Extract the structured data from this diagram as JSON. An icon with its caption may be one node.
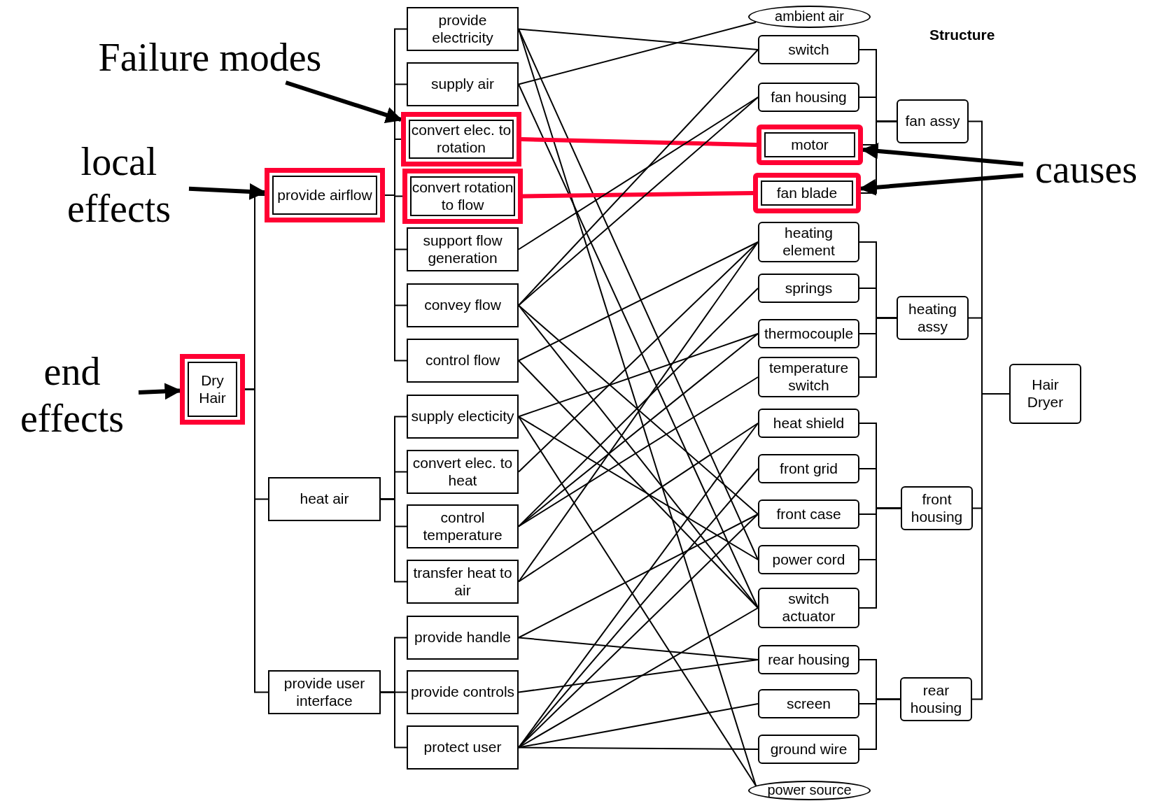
{
  "diagram": {
    "nodes": [
      {
        "text": [
          "Failure modes"
        ]
      },
      {
        "text": [
          "local effects"
        ]
      },
      {
        "text": [
          "end effects"
        ]
      },
      {
        "text": [
          "causes"
        ]
      },
      {
        "text": [
          "Dry Hair"
        ]
      },
      {
        "text": [
          "provide airflow"
        ]
      },
      {
        "text": [
          "provide electricity"
        ]
      },
      {
        "text": [
          "supply air"
        ]
      },
      {
        "text": [
          "convert elec. to rotation"
        ]
      },
      {
        "text": [
          "convert rotation to flow"
        ]
      },
      {
        "text": [
          "support  flow generation"
        ]
      },
      {
        "text": [
          "convey flow"
        ]
      },
      {
        "text": [
          "control flow"
        ]
      },
      {
        "text": [
          "heat air"
        ]
      },
      {
        "text": [
          "supply electicity"
        ]
      },
      {
        "text": [
          "convert elec. to heat"
        ]
      },
      {
        "text": [
          "control temperature"
        ]
      },
      {
        "text": [
          "transfer heat to air"
        ]
      },
      {
        "text": [
          "provide user interface"
        ]
      },
      {
        "text": [
          "provide handle"
        ]
      },
      {
        "text": [
          "provide controls"
        ]
      },
      {
        "text": [
          "protect user"
        ]
      },
      {
        "text": [
          "ambient air"
        ]
      },
      {
        "text": [
          "switch"
        ]
      },
      {
        "text": [
          "fan housing"
        ]
      },
      {
        "text": [
          "motor"
        ]
      },
      {
        "text": [
          "fan blade"
        ]
      },
      {
        "text": [
          "heating element"
        ]
      },
      {
        "text": [
          "springs"
        ]
      },
      {
        "text": [
          "thermocouple"
        ]
      },
      {
        "text": [
          "temperature switch"
        ]
      },
      {
        "text": [
          "heat shield"
        ]
      },
      {
        "text": [
          "front grid"
        ]
      },
      {
        "text": [
          "front case"
        ]
      },
      {
        "text": [
          "power cord"
        ]
      },
      {
        "text": [
          "switch actuator"
        ]
      },
      {
        "text": [
          "rear housing"
        ]
      },
      {
        "text": [
          "screen"
        ]
      },
      {
        "text": [
          "ground wire"
        ]
      },
      {
        "text": [
          "power source"
        ]
      },
      {
        "text": [
          "fan assy"
        ]
      },
      {
        "text": [
          "heating assy"
        ]
      },
      {
        "text": [
          "front housing"
        ]
      },
      {
        "text": [
          "rear housing"
        ]
      },
      {
        "text": [
          "Hair Dryer"
        ]
      }
    ],
    "edges": [
      {
        "from": 0,
        "to": 8,
        "arrow": "to",
        "style": "thick"
      },
      {
        "from": 1,
        "to": 5,
        "arrow": "to",
        "style": "thick"
      },
      {
        "from": 2,
        "to": 4,
        "arrow": "to",
        "style": "thick"
      },
      {
        "from": 3,
        "to": 25,
        "arrow": "to",
        "style": "thick"
      },
      {
        "from": 3,
        "to": 26,
        "arrow": "to",
        "style": "thick"
      },
      {
        "from": 4,
        "to": 5,
        "arrow": "none"
      },
      {
        "from": 4,
        "to": 13,
        "arrow": "none"
      },
      {
        "from": 4,
        "to": 18,
        "arrow": "none"
      },
      {
        "from": 5,
        "to": 6,
        "arrow": "none"
      },
      {
        "from": 5,
        "to": 7,
        "arrow": "none"
      },
      {
        "from": 5,
        "to": 8,
        "arrow": "none"
      },
      {
        "from": 5,
        "to": 9,
        "arrow": "none"
      },
      {
        "from": 5,
        "to": 10,
        "arrow": "none"
      },
      {
        "from": 5,
        "to": 11,
        "arrow": "none"
      },
      {
        "from": 5,
        "to": 12,
        "arrow": "none"
      },
      {
        "from": 13,
        "to": 14,
        "arrow": "none"
      },
      {
        "from": 13,
        "to": 15,
        "arrow": "none"
      },
      {
        "from": 13,
        "to": 16,
        "arrow": "none"
      },
      {
        "from": 13,
        "to": 17,
        "arrow": "none"
      },
      {
        "from": 18,
        "to": 19,
        "arrow": "none"
      },
      {
        "from": 18,
        "to": 20,
        "arrow": "none"
      },
      {
        "from": 18,
        "to": 21,
        "arrow": "none"
      },
      {
        "from": 40,
        "to": 23,
        "arrow": "none"
      },
      {
        "from": 40,
        "to": 24,
        "arrow": "none"
      },
      {
        "from": 40,
        "to": 25,
        "arrow": "none"
      },
      {
        "from": 40,
        "to": 26,
        "arrow": "none"
      },
      {
        "from": 41,
        "to": 27,
        "arrow": "none"
      },
      {
        "from": 41,
        "to": 28,
        "arrow": "none"
      },
      {
        "from": 41,
        "to": 29,
        "arrow": "none"
      },
      {
        "from": 41,
        "to": 30,
        "arrow": "none"
      },
      {
        "from": 42,
        "to": 31,
        "arrow": "none"
      },
      {
        "from": 42,
        "to": 32,
        "arrow": "none"
      },
      {
        "from": 42,
        "to": 33,
        "arrow": "none"
      },
      {
        "from": 42,
        "to": 34,
        "arrow": "none"
      },
      {
        "from": 42,
        "to": 35,
        "arrow": "none"
      },
      {
        "from": 43,
        "to": 36,
        "arrow": "none"
      },
      {
        "from": 43,
        "to": 37,
        "arrow": "none"
      },
      {
        "from": 43,
        "to": 38,
        "arrow": "none"
      },
      {
        "from": 44,
        "to": 40,
        "arrow": "none"
      },
      {
        "from": 44,
        "to": 41,
        "arrow": "none"
      },
      {
        "from": 44,
        "to": 42,
        "arrow": "none"
      },
      {
        "from": 44,
        "to": 43,
        "arrow": "none"
      },
      {
        "from": 6,
        "to": 23,
        "arrow": "none"
      },
      {
        "from": 6,
        "to": 34,
        "arrow": "none"
      },
      {
        "from": 6,
        "to": 39,
        "arrow": "none"
      },
      {
        "from": 7,
        "to": 22,
        "arrow": "none"
      },
      {
        "from": 7,
        "to": 35,
        "arrow": "none"
      },
      {
        "from": 8,
        "to": 25,
        "arrow": "none",
        "style": "thick",
        "color": "#ff0033"
      },
      {
        "from": 9,
        "to": 26,
        "arrow": "none",
        "style": "thick",
        "color": "#ff0033"
      },
      {
        "from": 10,
        "to": 24,
        "arrow": "none"
      },
      {
        "from": 11,
        "to": 24,
        "arrow": "none"
      },
      {
        "from": 11,
        "to": 23,
        "arrow": "none"
      },
      {
        "from": 11,
        "to": 33,
        "arrow": "none"
      },
      {
        "from": 11,
        "to": 35,
        "arrow": "none"
      },
      {
        "from": 12,
        "to": 27,
        "arrow": "none"
      },
      {
        "from": 12,
        "to": 35,
        "arrow": "none"
      },
      {
        "from": 14,
        "to": 29,
        "arrow": "none"
      },
      {
        "from": 14,
        "to": 34,
        "arrow": "none"
      },
      {
        "from": 14,
        "to": 39,
        "arrow": "none"
      },
      {
        "from": 15,
        "to": 27,
        "arrow": "none"
      },
      {
        "from": 16,
        "to": 28,
        "arrow": "none"
      },
      {
        "from": 16,
        "to": 29,
        "arrow": "none"
      },
      {
        "from": 16,
        "to": 30,
        "arrow": "none"
      },
      {
        "from": 17,
        "to": 27,
        "arrow": "none"
      },
      {
        "from": 17,
        "to": 31,
        "arrow": "none"
      },
      {
        "from": 19,
        "to": 33,
        "arrow": "none"
      },
      {
        "from": 19,
        "to": 36,
        "arrow": "none"
      },
      {
        "from": 20,
        "to": 36,
        "arrow": "none"
      },
      {
        "from": 21,
        "to": 31,
        "arrow": "none"
      },
      {
        "from": 21,
        "to": 32,
        "arrow": "none"
      },
      {
        "from": 21,
        "to": 33,
        "arrow": "none"
      },
      {
        "from": 21,
        "to": 35,
        "arrow": "none"
      },
      {
        "from": 21,
        "to": 37,
        "arrow": "none"
      },
      {
        "from": 21,
        "to": 38,
        "arrow": "none"
      }
    ],
    "labels": [
      "Structure"
    ]
  }
}
